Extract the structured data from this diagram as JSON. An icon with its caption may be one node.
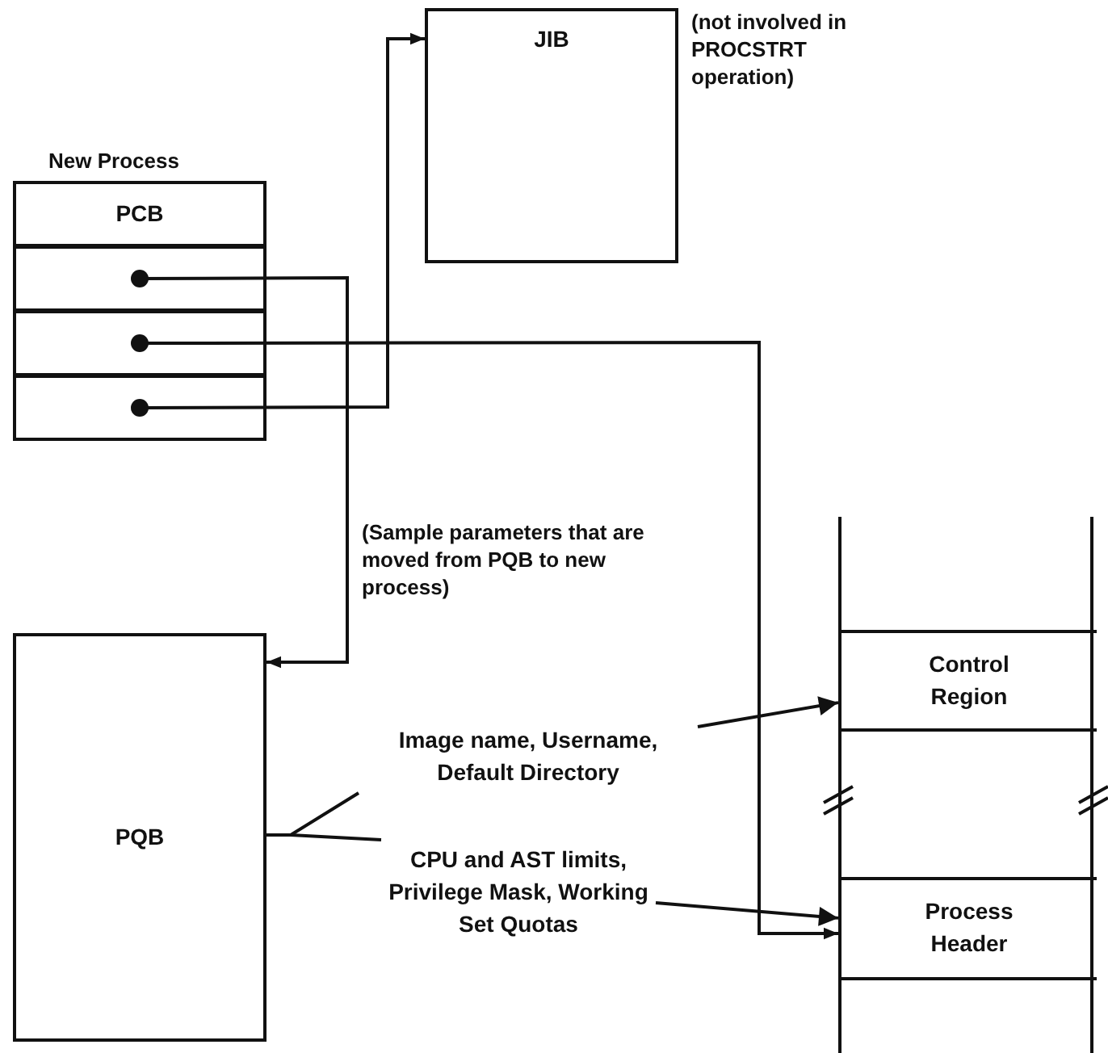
{
  "diagram": {
    "nodes": [
      {
        "text": [
          "New Process"
        ]
      },
      {
        "text": [
          "PCB"
        ],
        "in": 0
      },
      {
        "text": [],
        "shape": "box",
        "in": 0
      },
      {
        "text": [],
        "shape": "box",
        "in": 0
      },
      {
        "text": [],
        "shape": "box",
        "in": 0
      },
      {
        "text": [
          "JIB"
        ],
        "beside": [
          "(not involved in PROCSTRT operation)"
        ]
      },
      {
        "text": [
          "PQB"
        ]
      },
      {
        "text": [],
        "shape": "box"
      },
      {
        "text": [
          "Control Region"
        ],
        "in": 7
      },
      {
        "text": [
          "Process Header"
        ],
        "in": 7
      },
      {
        "text": [
          "Image name, Username, Default Directory"
        ]
      },
      {
        "text": [
          "CPU and AST limits, Privilege Mask, Working Set Quotas"
        ]
      }
    ],
    "edges": [
      {
        "from": 2,
        "to": 6,
        "arrow": "to"
      },
      {
        "from": 3,
        "to": 9,
        "arrow": "to"
      },
      {
        "from": 4,
        "to": 5,
        "arrow": "to"
      },
      {
        "from": 6,
        "to": 10,
        "arrow": "none"
      },
      {
        "from": 6,
        "to": 11,
        "arrow": "none"
      },
      {
        "from": 10,
        "to": 8,
        "arrow": "to"
      },
      {
        "from": 11,
        "to": 9,
        "arrow": "to"
      }
    ],
    "labels": [
      "(Sample parameters that are moved from PQB to new process)"
    ]
  }
}
